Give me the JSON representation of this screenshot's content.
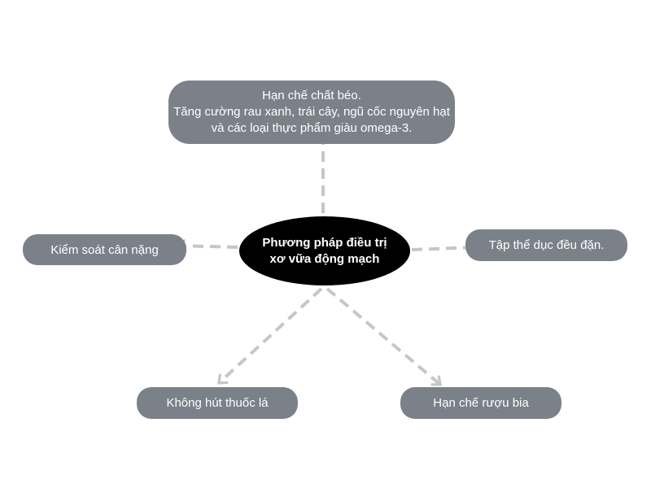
{
  "diagram": {
    "center": {
      "label": "Phương pháp điều trị xơ vữa động mạch"
    },
    "branches": [
      {
        "id": "diet",
        "label": "Hạn chế chất béo.\nTăng cường rau xanh, trái cây, ngũ cốc nguyên hạt và các loại thực phẩm giàu omega-3."
      },
      {
        "id": "weight",
        "label": "Kiểm soát cân nặng"
      },
      {
        "id": "exercise",
        "label": "Tập thể dục đều đặn."
      },
      {
        "id": "smoke",
        "label": "Không hút thuốc lá"
      },
      {
        "id": "alcohol",
        "label": "Hạn chế rượu bia"
      }
    ],
    "colors": {
      "branch_fill": "#7b8188",
      "center_fill": "#000000",
      "text": "#ffffff",
      "connector": "#c3c7ca"
    },
    "connector_style": "dashed-arrow"
  }
}
